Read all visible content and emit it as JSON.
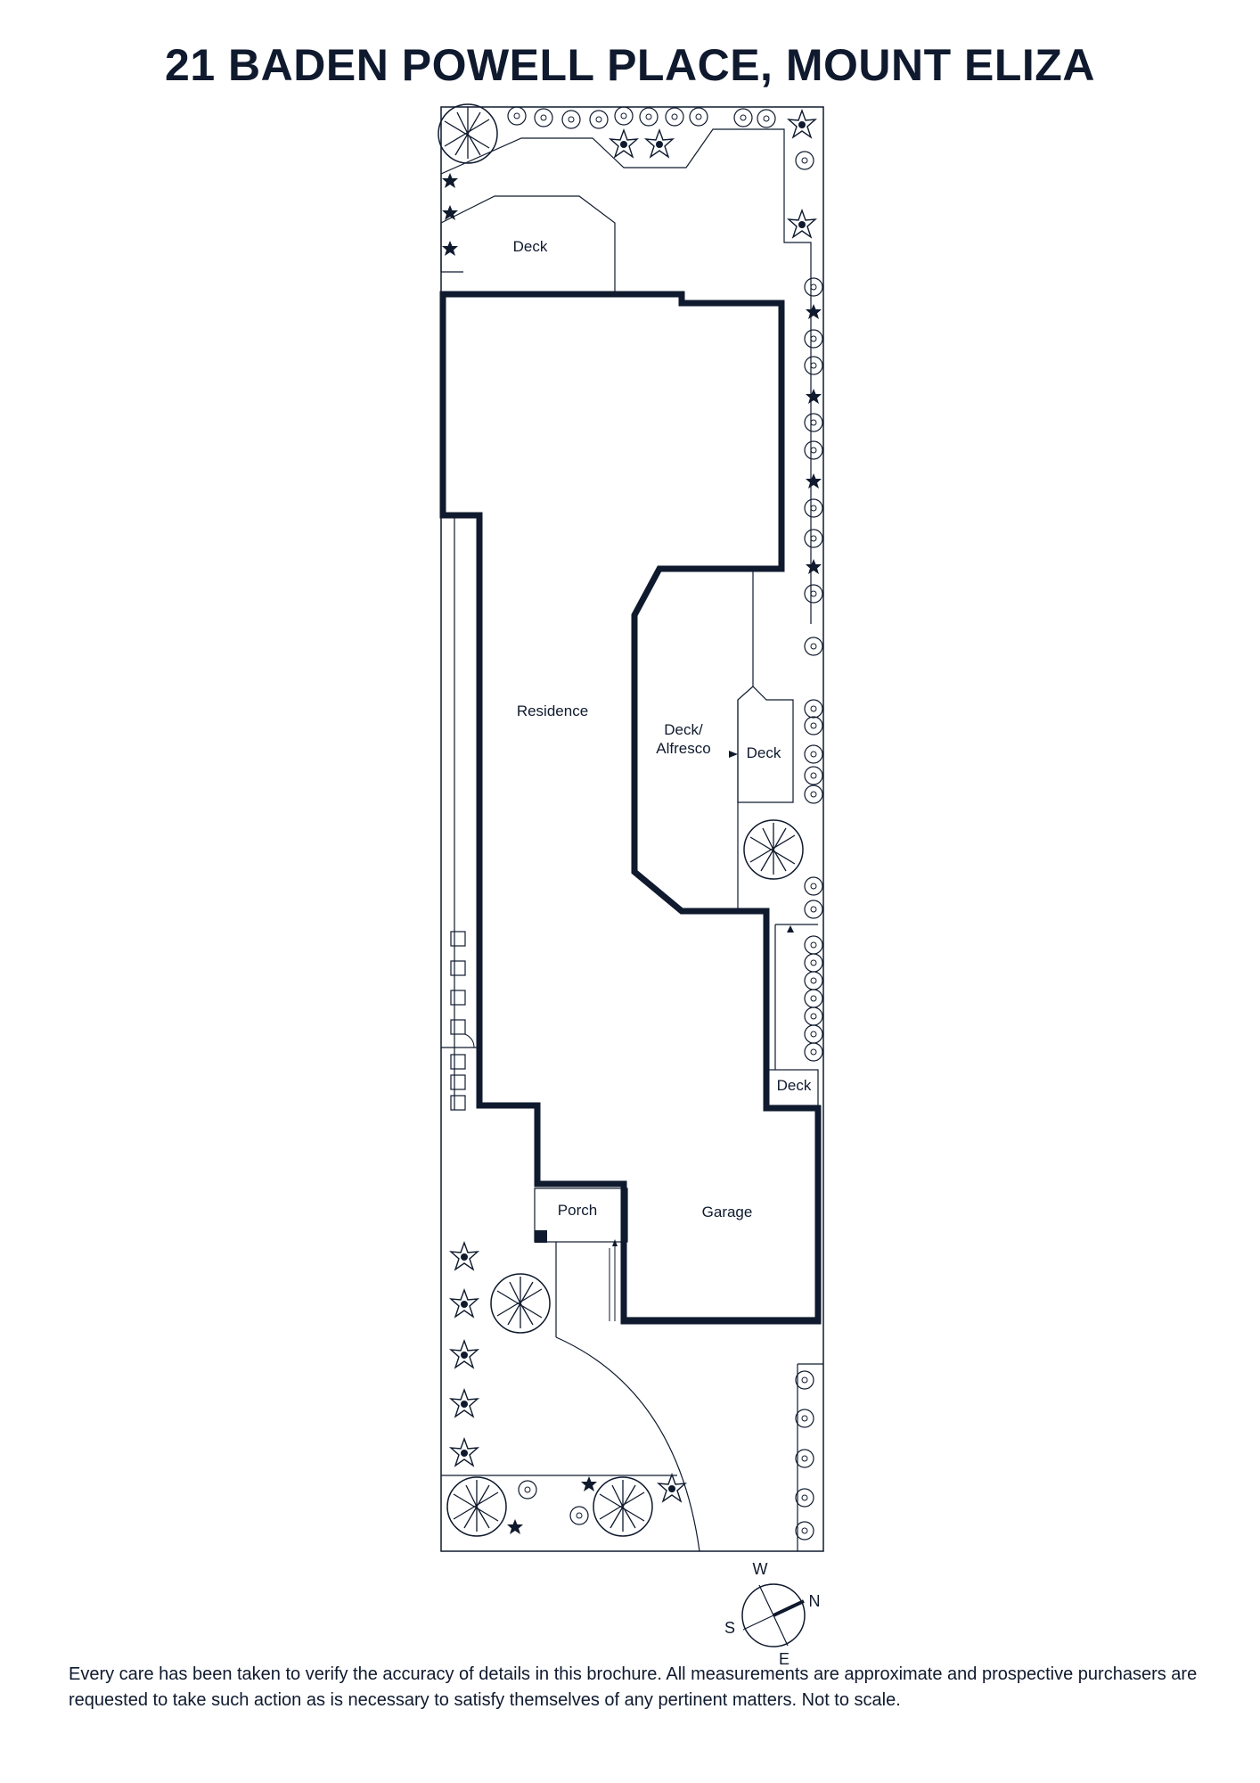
{
  "title": "21 BADEN POWELL PLACE, MOUNT ELIZA",
  "rooms": {
    "deck_top": "Deck",
    "residence": "Residence",
    "deck_alfresco_1": "Deck/",
    "deck_alfresco_2": "Alfresco",
    "deck_side": "Deck",
    "deck_small": "Deck",
    "porch": "Porch",
    "garage": "Garage"
  },
  "compass": {
    "w": "W",
    "n": "N",
    "s": "S",
    "e": "E"
  },
  "disclaimer": "Every care has been taken to verify the accuracy of details in this brochure. All measurements are approximate and prospective purchasers are requested to take such action as is necessary to satisfy themselves of any pertinent matters. Not to scale.",
  "colors": {
    "ink": "#0f1a2e",
    "background": "#ffffff"
  }
}
